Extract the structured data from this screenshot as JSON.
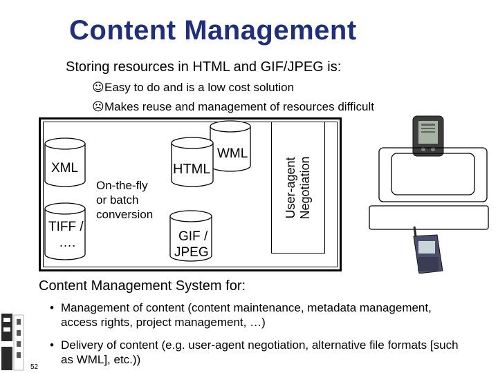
{
  "slide": {
    "title": "Content Management",
    "subtitle": "Storing resources in HTML and GIF/JPEG is:",
    "pros_cons": [
      {
        "symbol": "☺",
        "icon": "smiley-icon",
        "text": "Easy to do and is a low cost solution"
      },
      {
        "symbol": "☹",
        "icon": "frowny-icon",
        "text": "Makes reuse and management of resources difficult"
      }
    ],
    "page_number": "52"
  },
  "diagram": {
    "sources": {
      "xml_label": "XML",
      "tiff_label_line1": "TIFF /",
      "tiff_label_line2": "…."
    },
    "conversion_lines": [
      "On-the-fly",
      "or batch",
      "conversion"
    ],
    "outputs": {
      "wml_label": "WML",
      "html_label": "HTML",
      "gif_label_line1": "GIF /",
      "gif_label_line2": "JPEG"
    },
    "negotiation_line1": "User-agent",
    "negotiation_line2": "Negotiation",
    "devices": [
      "pda-icon",
      "monitor-icon",
      "keyboard-icon",
      "mobile-phone-icon"
    ]
  },
  "cms": {
    "heading": "Content Management System for:",
    "items": [
      "Management of content (content maintenance, metadata management, access rights, project management, …)",
      "Delivery of content (e.g. user-agent negotiation, alternative file formats [such as WML], etc.))"
    ]
  }
}
